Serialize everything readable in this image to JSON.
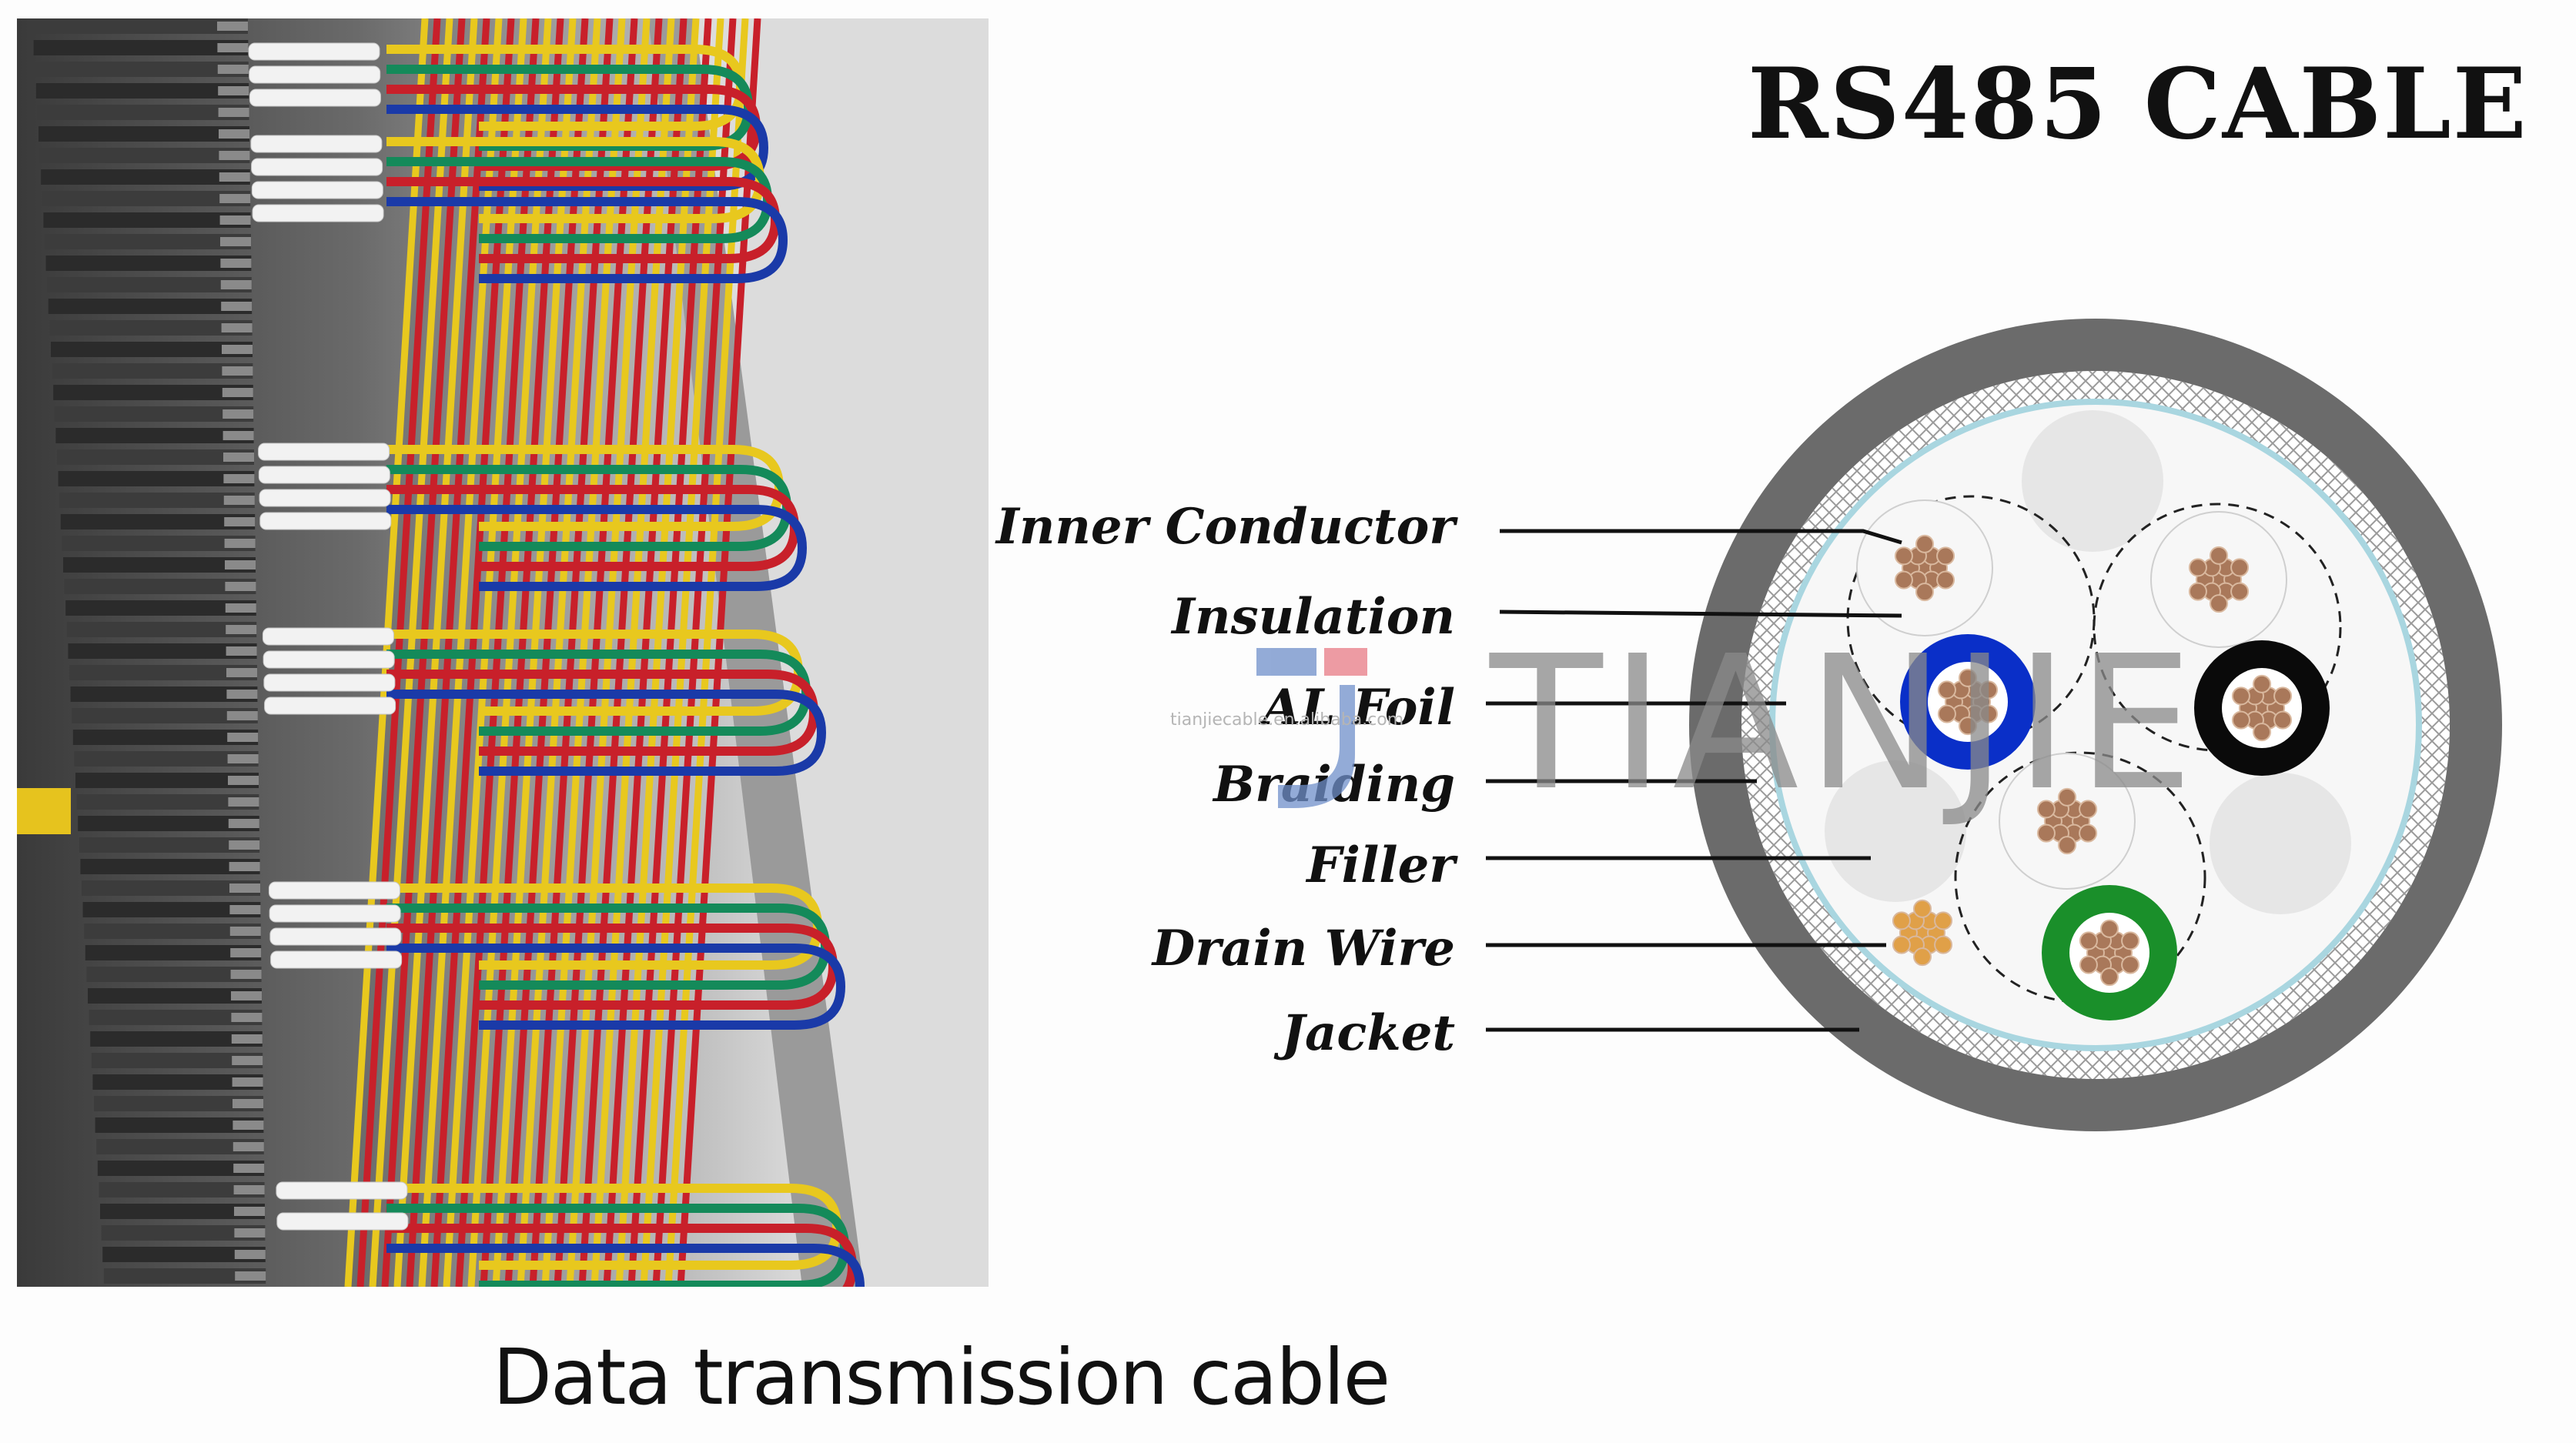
{
  "caption": "Data transmission cable",
  "diagram": {
    "title": "RS485 CABLE",
    "labels": [
      {
        "id": "inner-conductor",
        "text": "Inner Conductor"
      },
      {
        "id": "insulation",
        "text": "Insulation"
      },
      {
        "id": "al-foil",
        "text": "AL Foil"
      },
      {
        "id": "braiding",
        "text": "Braiding"
      },
      {
        "id": "filler",
        "text": "Filler"
      },
      {
        "id": "drain-wire",
        "text": "Drain Wire"
      },
      {
        "id": "jacket",
        "text": "Jacket"
      }
    ],
    "colors": {
      "jacket": "#6b6b6b",
      "braiding": "#9a9a9a",
      "al_foil": "#a9d6e0",
      "copper": "#a9785a",
      "drain_wire": "#e0a048",
      "core_blue": "#0a2fc8",
      "core_black": "#0a0a0a",
      "core_green": "#1a8f2a",
      "filler": "#e6e6e6"
    }
  },
  "watermark": {
    "brand": "TIANJIE",
    "url": "tianjiecable.en.alibaba.com"
  }
}
